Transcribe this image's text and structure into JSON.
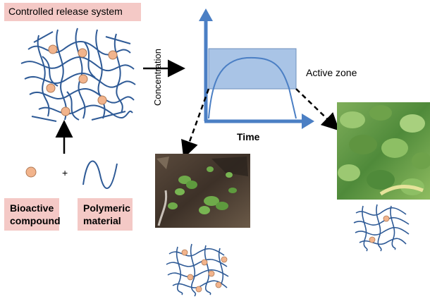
{
  "title": "Controlled release system",
  "components": {
    "bioactive": "Bioactive compound",
    "bioactive_line1": "Bioactive",
    "bioactive_line2": "compound",
    "polymeric": "Polymeric material",
    "polymeric_line1": "Polymeric",
    "polymeric_line2": "material",
    "plus": "+"
  },
  "graph": {
    "y_axis_label": "Concentration",
    "x_axis_label": "Time",
    "zone_label": "Active zone"
  },
  "colors": {
    "label_bg": "#f4c9c6",
    "polymer_line": "#2e5a96",
    "particle_fill": "#f2b48c",
    "axis_blue": "#4b7fc4",
    "zone_fill": "#a9c4e6"
  },
  "photos": {
    "seedlings": "seedlings-photo",
    "mature_plants": "mature-plants-photo"
  }
}
